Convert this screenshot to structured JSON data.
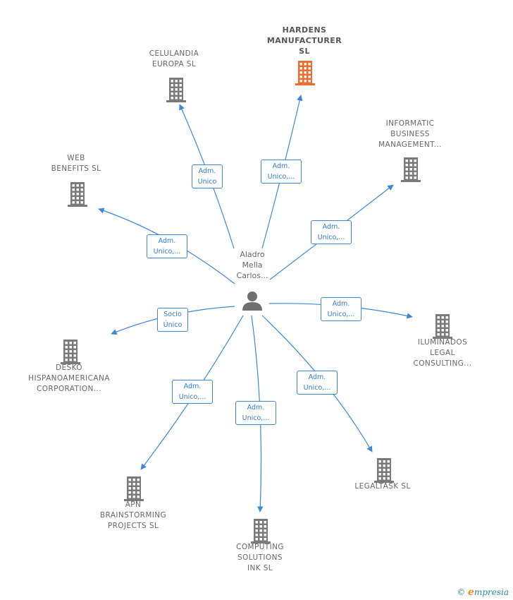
{
  "colors": {
    "link": "#3d87d6",
    "building": "#7a7a7a",
    "main_building": "#f26a2e",
    "person": "#707070"
  },
  "person": {
    "lines": [
      "Aladro",
      "Mella",
      "Carlos..."
    ],
    "icon": "person-icon"
  },
  "companies": [
    {
      "id": "hardens",
      "lines": [
        "HARDENS",
        "MANUFACTURER",
        "SL"
      ],
      "main": true,
      "icon": "building-icon"
    },
    {
      "id": "celulandia",
      "lines": [
        "CELULANDIA",
        "EUROPA  SL"
      ],
      "icon": "building-icon"
    },
    {
      "id": "informatic",
      "lines": [
        "INFORMATIC",
        "BUSINESS",
        "MANAGEMENT..."
      ],
      "icon": "building-icon"
    },
    {
      "id": "web-benefits",
      "lines": [
        "WEB",
        "BENEFITS  SL"
      ],
      "icon": "building-icon"
    },
    {
      "id": "iluminados",
      "lines": [
        "ILUMINADOS",
        "LEGAL",
        "CONSULTING..."
      ],
      "icon": "building-icon"
    },
    {
      "id": "desko",
      "lines": [
        "DESKO",
        "HISPANOAMERICANA",
        "CORPORATION..."
      ],
      "icon": "building-icon"
    },
    {
      "id": "apn",
      "lines": [
        "APN",
        "BRAINSTORMING",
        "PROJECTS  SL"
      ],
      "icon": "building-icon"
    },
    {
      "id": "computing",
      "lines": [
        "COMPUTING",
        "SOLUTIONS",
        "INK  SL"
      ],
      "icon": "building-icon"
    },
    {
      "id": "legaltask",
      "lines": [
        "LEGALTASK  SL"
      ],
      "icon": "building-icon"
    }
  ],
  "relations": [
    {
      "target": "celulandia",
      "lines": [
        "Adm.",
        "Unico"
      ]
    },
    {
      "target": "hardens",
      "lines": [
        "Adm.",
        "Unico,..."
      ]
    },
    {
      "target": "informatic",
      "lines": [
        "Adm.",
        "Unico,..."
      ]
    },
    {
      "target": "web-benefits",
      "lines": [
        "Adm.",
        "Unico,..."
      ]
    },
    {
      "target": "iluminados",
      "lines": [
        "Adm.",
        "Unico,..."
      ]
    },
    {
      "target": "desko",
      "lines": [
        "Socio",
        "Único"
      ]
    },
    {
      "target": "apn",
      "lines": [
        "Adm.",
        "Unico,..."
      ]
    },
    {
      "target": "computing",
      "lines": [
        "Adm.",
        "Unico,..."
      ]
    },
    {
      "target": "legaltask",
      "lines": [
        "Adm.",
        "Unico,..."
      ]
    }
  ],
  "footer": {
    "copyright": "©",
    "brand_initial": "e",
    "brand_rest": "mpresia"
  }
}
